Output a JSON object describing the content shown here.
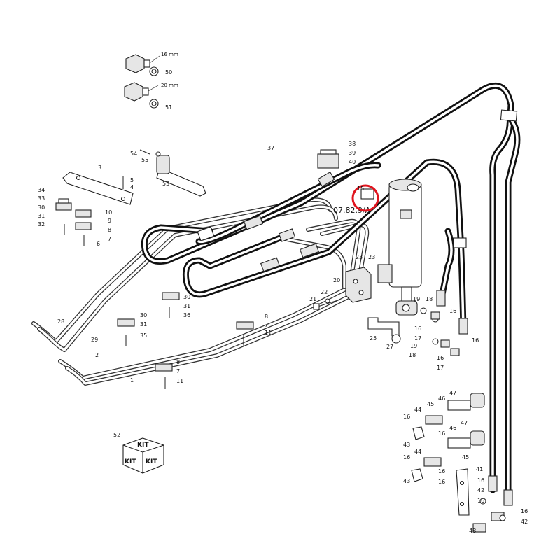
{
  "diagram": {
    "reference_code": "07.82.9/A",
    "highlight_color": "#e0141e",
    "highlighted_callout": "15",
    "fitting_sizes": {
      "small": "16 mm",
      "large": "20 mm"
    },
    "kit_box": {
      "callout": "52",
      "label": "KIT"
    },
    "callouts": {
      "c1": "1",
      "c2": "2",
      "c3": "3",
      "c4": "4",
      "c5": "5",
      "c6": "6",
      "c7": "7",
      "c8": "8",
      "c9": "9",
      "c10": "10",
      "c11": "11",
      "c15": "15",
      "c16": "16",
      "c17": "17",
      "c18": "18",
      "c19": "19",
      "c20": "20",
      "c21": "21",
      "c22": "22",
      "c23": "23",
      "c25": "25",
      "c27": "27",
      "c28": "28",
      "c29": "29",
      "c30": "30",
      "c31": "31",
      "c32": "32",
      "c33": "33",
      "c34": "34",
      "c35": "35",
      "c36": "36",
      "c37": "37",
      "c38": "38",
      "c39": "39",
      "c40": "40",
      "c41": "41",
      "c42": "42",
      "c43": "43",
      "c44": "44",
      "c45": "45",
      "c46": "46",
      "c47": "47",
      "c48": "48",
      "c50": "50",
      "c51": "51",
      "c53": "53",
      "c54": "54",
      "c55": "55"
    }
  }
}
